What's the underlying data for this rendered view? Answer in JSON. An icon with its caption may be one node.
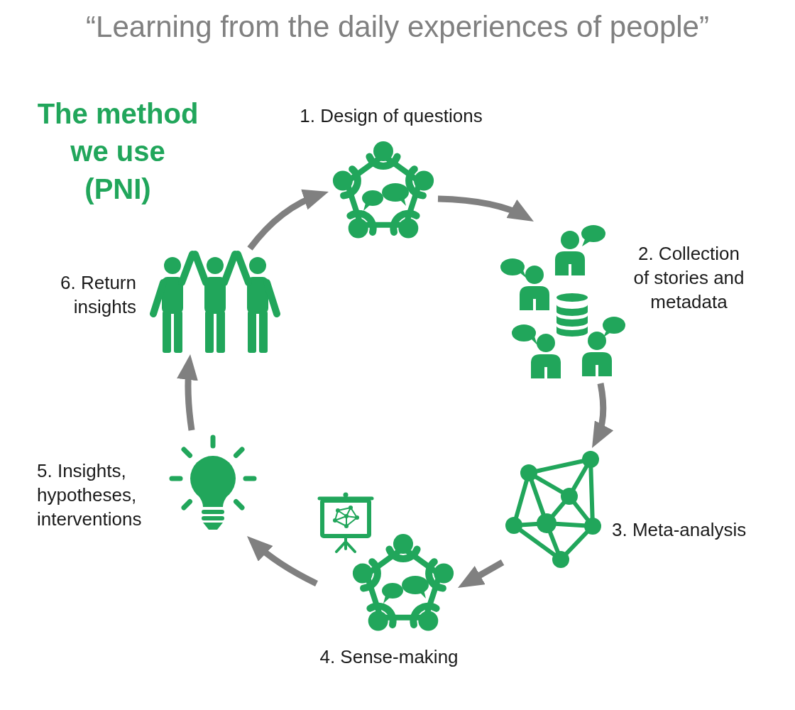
{
  "diagram": {
    "title": "“Learning from the daily experiences of people”",
    "nodes": [
      {
        "text": [],
        "shape": "picture",
        "beside": [
          "1. Design of questions"
        ]
      },
      {
        "text": [],
        "shape": "picture",
        "beside": [
          "2. Collection of stories and metadata"
        ]
      },
      {
        "text": [],
        "shape": "picture",
        "beside": [
          "3. Meta-analysis"
        ]
      },
      {
        "text": [],
        "shape": "picture",
        "beside": [
          "4. Sense-making"
        ]
      },
      {
        "text": [],
        "shape": "picture",
        "beside": [
          "5. Insights, hypotheses, interventions"
        ]
      },
      {
        "text": [],
        "shape": "picture",
        "beside": [
          "6. Return insights"
        ]
      }
    ],
    "edges": [
      {
        "from": 0,
        "to": 1,
        "arrow": "to"
      },
      {
        "from": 1,
        "to": 2,
        "arrow": "to"
      },
      {
        "from": 2,
        "to": 3,
        "arrow": "to"
      },
      {
        "from": 3,
        "to": 4,
        "arrow": "to"
      },
      {
        "from": 4,
        "to": 5,
        "arrow": "to"
      },
      {
        "from": 5,
        "to": 0,
        "arrow": "to"
      }
    ],
    "labels": [
      "The method we use (PNI)"
    ]
  }
}
